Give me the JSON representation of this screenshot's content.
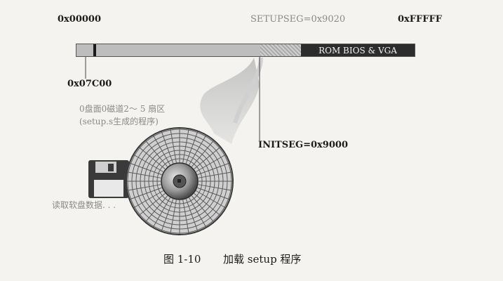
{
  "memory_map": {
    "start_address": "0x00000",
    "end_address": "0xFFFFF",
    "setupseg_label": "SETUPSEG=0x9020",
    "initseg_label": "INITSEG=0x9000",
    "bootsect_address": "0x07C00",
    "rom_bios_label": "ROM BIOS & VGA"
  },
  "disk": {
    "sector_note_line1": "0盘面0磁道2～ 5 扇区",
    "sector_note_line2": "(setup.s生成的程序)",
    "read_label": "读取软盘数据. . ."
  },
  "caption": {
    "figure_number": "图 1-10",
    "title": "加载 setup 程序"
  },
  "colors": {
    "background": "#f4f3ef",
    "bar_fill": "#bdbdbd",
    "rom_block": "#2c2c2c",
    "beam": "#c8c8c8"
  }
}
